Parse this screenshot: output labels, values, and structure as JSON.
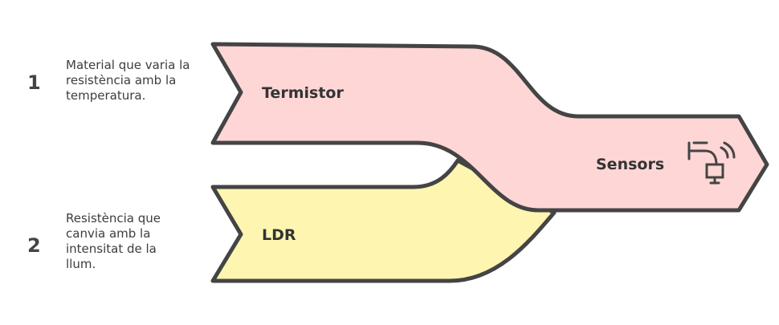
{
  "items": [
    {
      "number": "1",
      "label": "Termistor",
      "description": "Material que varia la resistència amb la temperatura.",
      "color": "#ffd6d6"
    },
    {
      "number": "2",
      "label": "LDR",
      "description": "Resistència que canvia amb la intensitat de la llum.",
      "color": "#fdf5b0"
    }
  ],
  "target": {
    "label": "Sensors",
    "icon": "sensor-faucet-icon"
  },
  "colors": {
    "outline": "#444444"
  }
}
